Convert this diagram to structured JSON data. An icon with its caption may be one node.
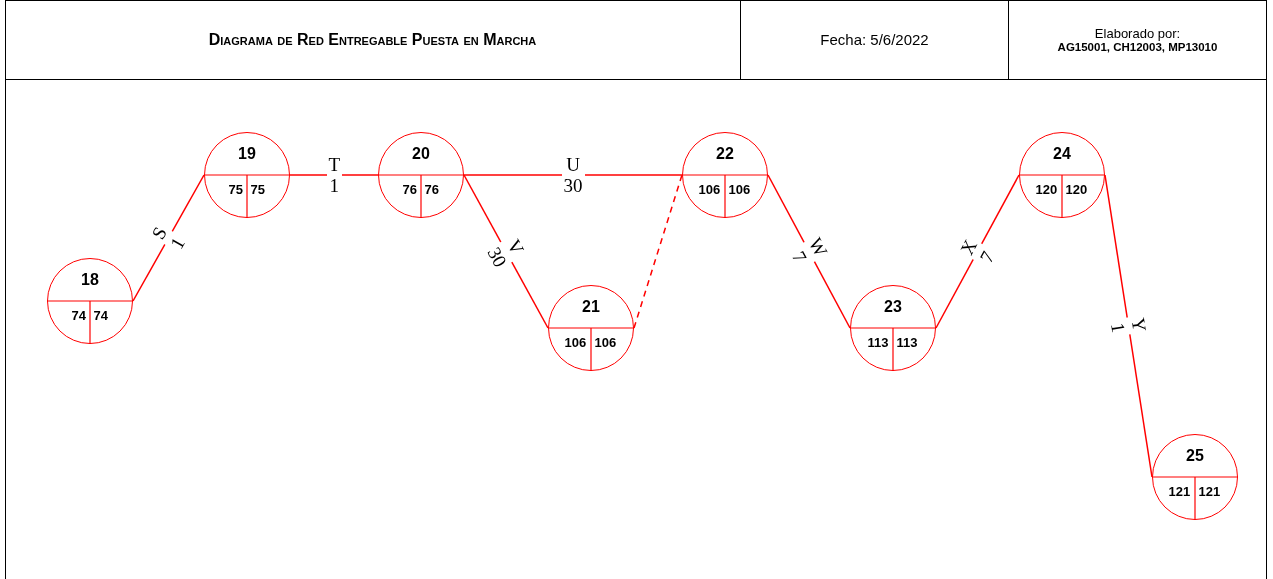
{
  "diagram": {
    "title": "Diagrama de Red Entregable Puesta en Marcha",
    "nodes": [
      {
        "text": [
          "18",
          "74",
          "74"
        ]
      },
      {
        "text": [
          "19",
          "75",
          "75"
        ]
      },
      {
        "text": [
          "20",
          "76",
          "76"
        ]
      },
      {
        "text": [
          "21",
          "106",
          "106"
        ]
      },
      {
        "text": [
          "22",
          "106",
          "106"
        ]
      },
      {
        "text": [
          "23",
          "113",
          "113"
        ]
      },
      {
        "text": [
          "24",
          "120",
          "120"
        ]
      },
      {
        "text": [
          "25",
          "121",
          "121"
        ]
      }
    ],
    "edges": [
      {
        "from": 0,
        "to": 1,
        "arrow": "none",
        "label": "S 1"
      },
      {
        "from": 1,
        "to": 2,
        "arrow": "none",
        "label": "T 1"
      },
      {
        "from": 2,
        "to": 4,
        "arrow": "none",
        "label": "U 30"
      },
      {
        "from": 2,
        "to": 3,
        "arrow": "none",
        "label": "V 30"
      },
      {
        "from": 3,
        "to": 4,
        "arrow": "none",
        "style": "dashed"
      },
      {
        "from": 4,
        "to": 5,
        "arrow": "none",
        "label": "W 7"
      },
      {
        "from": 5,
        "to": 6,
        "arrow": "none",
        "label": "X 7"
      },
      {
        "from": 6,
        "to": 7,
        "arrow": "none",
        "label": "Y 1"
      }
    ],
    "labels": [
      "Fecha: 5/6/2022",
      "Elaborado por:",
      "AG15001, CH12003, MP13010"
    ]
  }
}
